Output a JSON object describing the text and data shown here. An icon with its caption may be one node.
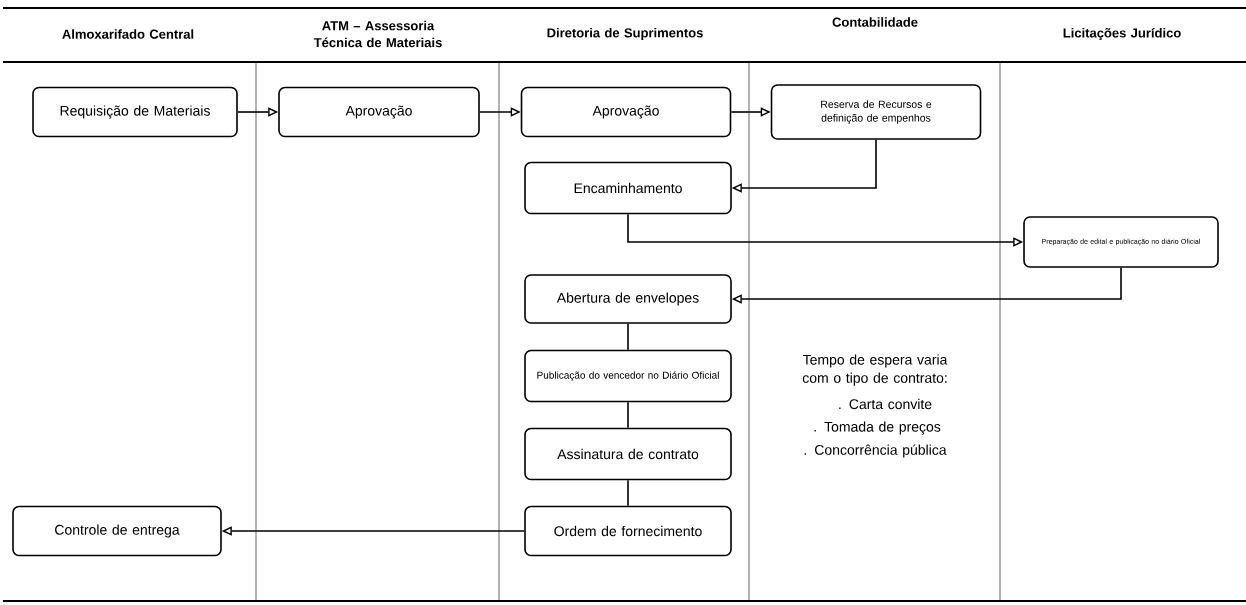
{
  "diagram": {
    "nodes": [
      {
        "text": [
          "Requisição de Materiais"
        ]
      },
      {
        "text": [
          "Aprovação"
        ]
      },
      {
        "text": [
          "Aprovação"
        ]
      },
      {
        "text": [
          "Reserva de Recursos e definição de empenhos"
        ]
      },
      {
        "text": [
          "Encaminhamento"
        ]
      },
      {
        "text": [
          "Preparação de edital e publicação no diário Oficial"
        ]
      },
      {
        "text": [
          "Abertura de envelopes"
        ]
      },
      {
        "text": [
          "Publicação do vencedor no Diário Oficial"
        ]
      },
      {
        "text": [
          "Assinatura de contrato"
        ]
      },
      {
        "text": [
          "Ordem de fornecimento"
        ]
      },
      {
        "text": [
          "Controle de entrega"
        ]
      }
    ],
    "edges": [
      {
        "from": 0,
        "to": 1,
        "arrow": "to"
      },
      {
        "from": 1,
        "to": 2,
        "arrow": "to"
      },
      {
        "from": 2,
        "to": 3,
        "arrow": "to"
      },
      {
        "from": 3,
        "to": 4,
        "arrow": "to"
      },
      {
        "from": 4,
        "to": 5,
        "arrow": "to"
      },
      {
        "from": 5,
        "to": 6,
        "arrow": "to"
      },
      {
        "from": 6,
        "to": 7,
        "arrow": "none"
      },
      {
        "from": 7,
        "to": 8,
        "arrow": "none"
      },
      {
        "from": 8,
        "to": 9,
        "arrow": "none"
      },
      {
        "from": 9,
        "to": 10,
        "arrow": "to"
      }
    ],
    "labels": [
      "Almoxarifado Central",
      "ATM – Assessoria Técnica de Materiais",
      "Diretoria de Suprimentos",
      "Contabilidade",
      "Licitações Jurídico",
      "Tempo de espera varia com o tipo de contrato:",
      ". Carta convite",
      ". Tomada de preços",
      ". Concorrência pública"
    ]
  }
}
